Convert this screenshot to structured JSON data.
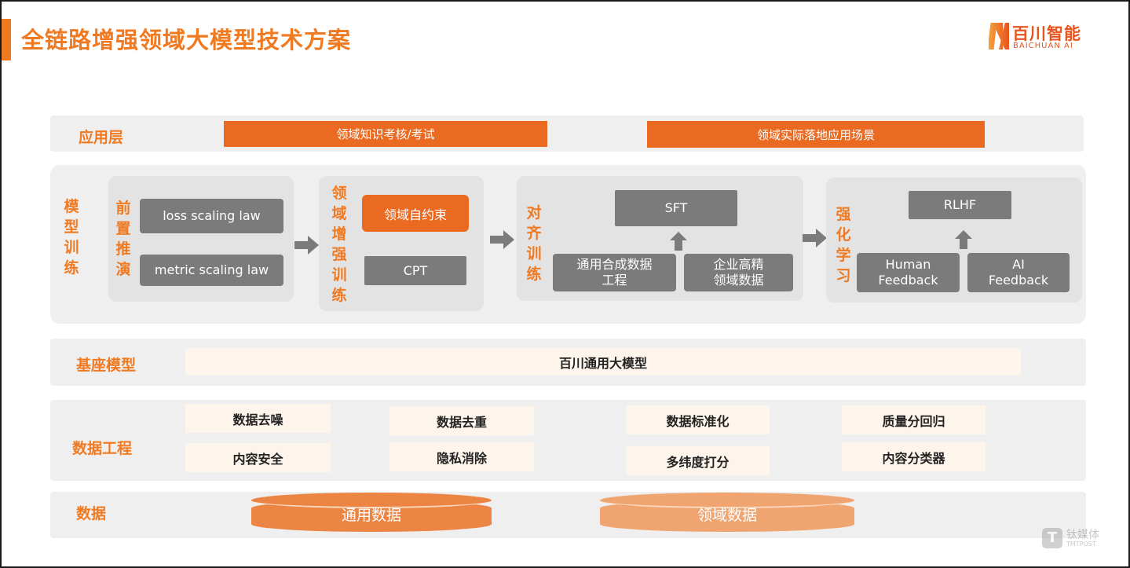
{
  "header": {
    "title": "全链路增强领域大模型技术方案",
    "logo_cn": "百川智能",
    "logo_en": "BAICHUAN AI"
  },
  "app_layer": {
    "label": "应用层",
    "items": [
      "领域知识考核/考试",
      "领域实际落地应用场景"
    ]
  },
  "model_training": {
    "label": "模型训练",
    "pre": {
      "label": "前置推演",
      "items": [
        "loss scaling law",
        "metric scaling law"
      ]
    },
    "domain": {
      "label": "领域增强训练",
      "items": [
        "领域自约束",
        "CPT"
      ]
    },
    "align": {
      "label": "对齐训练",
      "top": "SFT",
      "items": [
        "通用合成数据工程",
        "企业高精领域数据"
      ]
    },
    "rl": {
      "label": "强化学习",
      "top": "RLHF",
      "items": [
        "Human Feedback",
        "AI Feedback"
      ]
    }
  },
  "base": {
    "label": "基座模型",
    "model": "百川通用大模型"
  },
  "data_eng": {
    "label": "数据工程",
    "items": [
      "数据去噪",
      "内容安全",
      "数据去重",
      "隐私消除",
      "数据标准化",
      "多纬度打分",
      "质量分回归",
      "内容分类器"
    ]
  },
  "data": {
    "label": "数据",
    "items": [
      "通用数据",
      "领域数据"
    ]
  },
  "watermark": {
    "cn": "钛媒体",
    "en": "TMTPOST"
  },
  "colors": {
    "accent": "#f07a22",
    "gray": "#7b7b7b"
  }
}
